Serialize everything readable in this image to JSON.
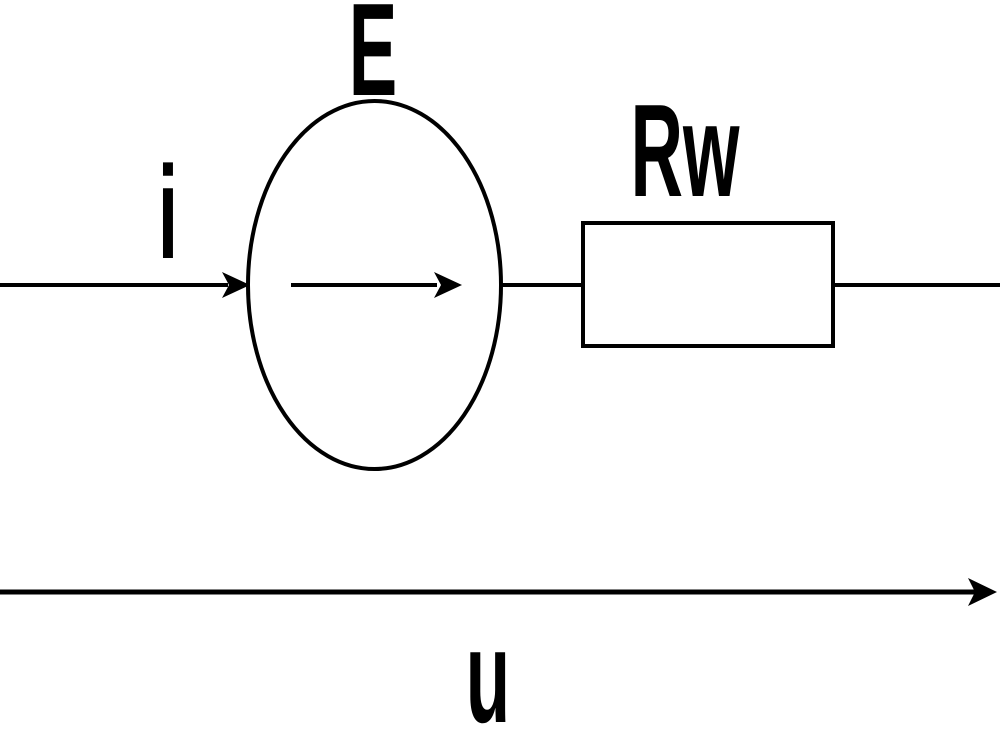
{
  "diagram": {
    "kind": "circuit-schematic",
    "labels": {
      "emf": "E",
      "current": "i",
      "resistor": "Rw",
      "voltage": "u"
    }
  },
  "colors": {
    "ink": "#000000",
    "background": "#ffffff"
  }
}
